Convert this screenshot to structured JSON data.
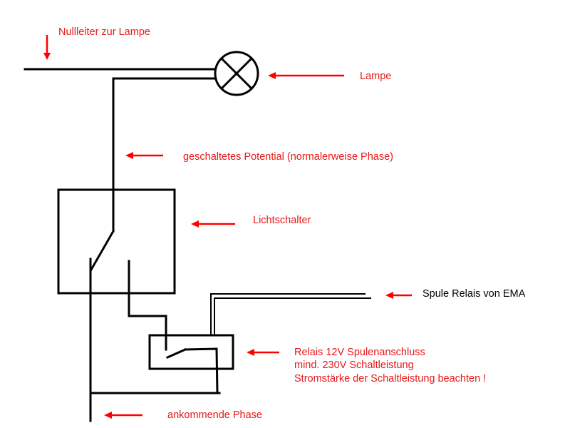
{
  "diagram": {
    "title": "Schaltplan Lichtschalter mit Relais (EMA)",
    "components": {
      "lamp": "Lampe",
      "switch": "Lichtschalter",
      "relay": "Relais"
    },
    "labels": {
      "neutral": "Nullleiter  zur Lampe",
      "lamp": "Lampe",
      "switched_potential": "geschaltetes Potential (normalerweise Phase)",
      "light_switch": "Lichtschalter",
      "coil": "Spule Relais von EMA",
      "relay_line1": "Relais 12V Spulenanschluss",
      "relay_line2": "mind. 230V Schaltleistung",
      "relay_line3": "Stromstärke der Schaltleistung beachten !",
      "incoming_phase": "ankommende Phase"
    },
    "colors": {
      "wire": "#000000",
      "annotation": "#e81818",
      "arrow": "#ff0000",
      "coil_label": "#000000"
    }
  }
}
